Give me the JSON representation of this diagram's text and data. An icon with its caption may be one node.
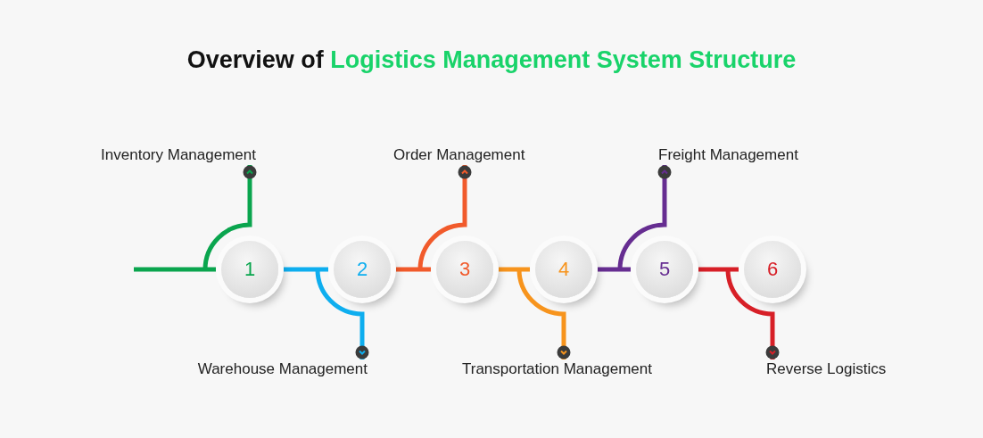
{
  "diagram": {
    "title": "Overview of Logistics Management System Structure",
    "nodes": [
      {
        "text": [
          "1"
        ]
      },
      {
        "text": [
          "2"
        ]
      },
      {
        "text": [
          "3"
        ]
      },
      {
        "text": [
          "4"
        ]
      },
      {
        "text": [
          "5"
        ]
      },
      {
        "text": [
          "6"
        ]
      },
      {
        "text": [
          "Inventory Management"
        ]
      },
      {
        "text": [
          "Warehouse Management"
        ]
      },
      {
        "text": [
          "Order Management"
        ]
      },
      {
        "text": [
          "Transportation Management"
        ]
      },
      {
        "text": [
          "Freight Management"
        ]
      },
      {
        "text": [
          "Reverse Logistics"
        ]
      }
    ],
    "edges": [
      {
        "from": null,
        "to": 0,
        "arrow": "none",
        "color": "#0aa54e"
      },
      {
        "from": 0,
        "to": 6,
        "arrow": "other",
        "color": "#0aa54e"
      },
      {
        "from": 0,
        "to": 1,
        "arrow": "none",
        "color": "#0eaeef"
      },
      {
        "from": 1,
        "to": 7,
        "arrow": "other",
        "color": "#0eaeef"
      },
      {
        "from": 1,
        "to": 2,
        "arrow": "none",
        "color": "#f15a2b"
      },
      {
        "from": 2,
        "to": 8,
        "arrow": "other",
        "color": "#f15a2b"
      },
      {
        "from": 2,
        "to": 3,
        "arrow": "none",
        "color": "#f7941d"
      },
      {
        "from": 3,
        "to": 9,
        "arrow": "other",
        "color": "#f7941d"
      },
      {
        "from": 3,
        "to": 4,
        "arrow": "none",
        "color": "#662d91"
      },
      {
        "from": 4,
        "to": 10,
        "arrow": "other",
        "color": "#662d91"
      },
      {
        "from": 4,
        "to": 5,
        "arrow": "none",
        "color": "#d71f27"
      },
      {
        "from": 5,
        "to": 11,
        "arrow": "other",
        "color": "#d71f27"
      }
    ]
  }
}
